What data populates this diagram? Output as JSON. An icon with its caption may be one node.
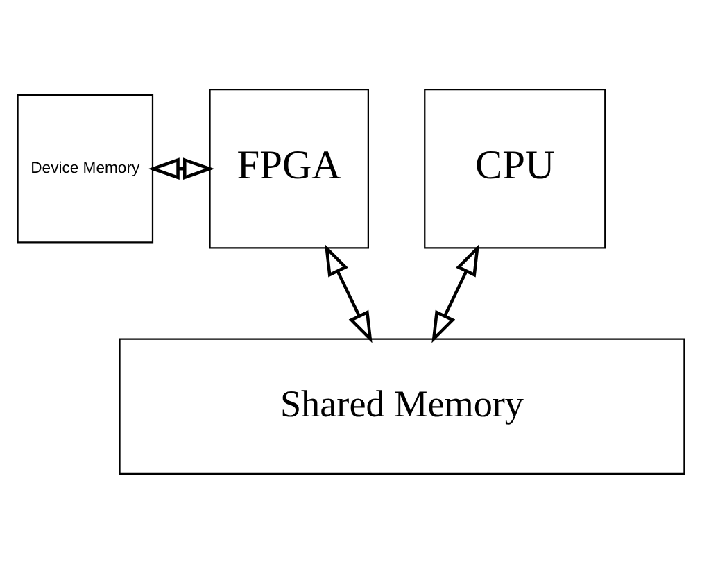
{
  "diagram": {
    "nodes": [
      {
        "text": [
          "Device Memory"
        ]
      },
      {
        "text": [
          "FPGA"
        ]
      },
      {
        "text": [
          "CPU"
        ]
      },
      {
        "text": [
          "Shared Memory"
        ]
      }
    ],
    "edges": [
      {
        "from": 0,
        "to": 1,
        "arrow": "both"
      },
      {
        "from": 1,
        "to": 3,
        "arrow": "both"
      },
      {
        "from": 2,
        "to": 3,
        "arrow": "both"
      }
    ]
  }
}
